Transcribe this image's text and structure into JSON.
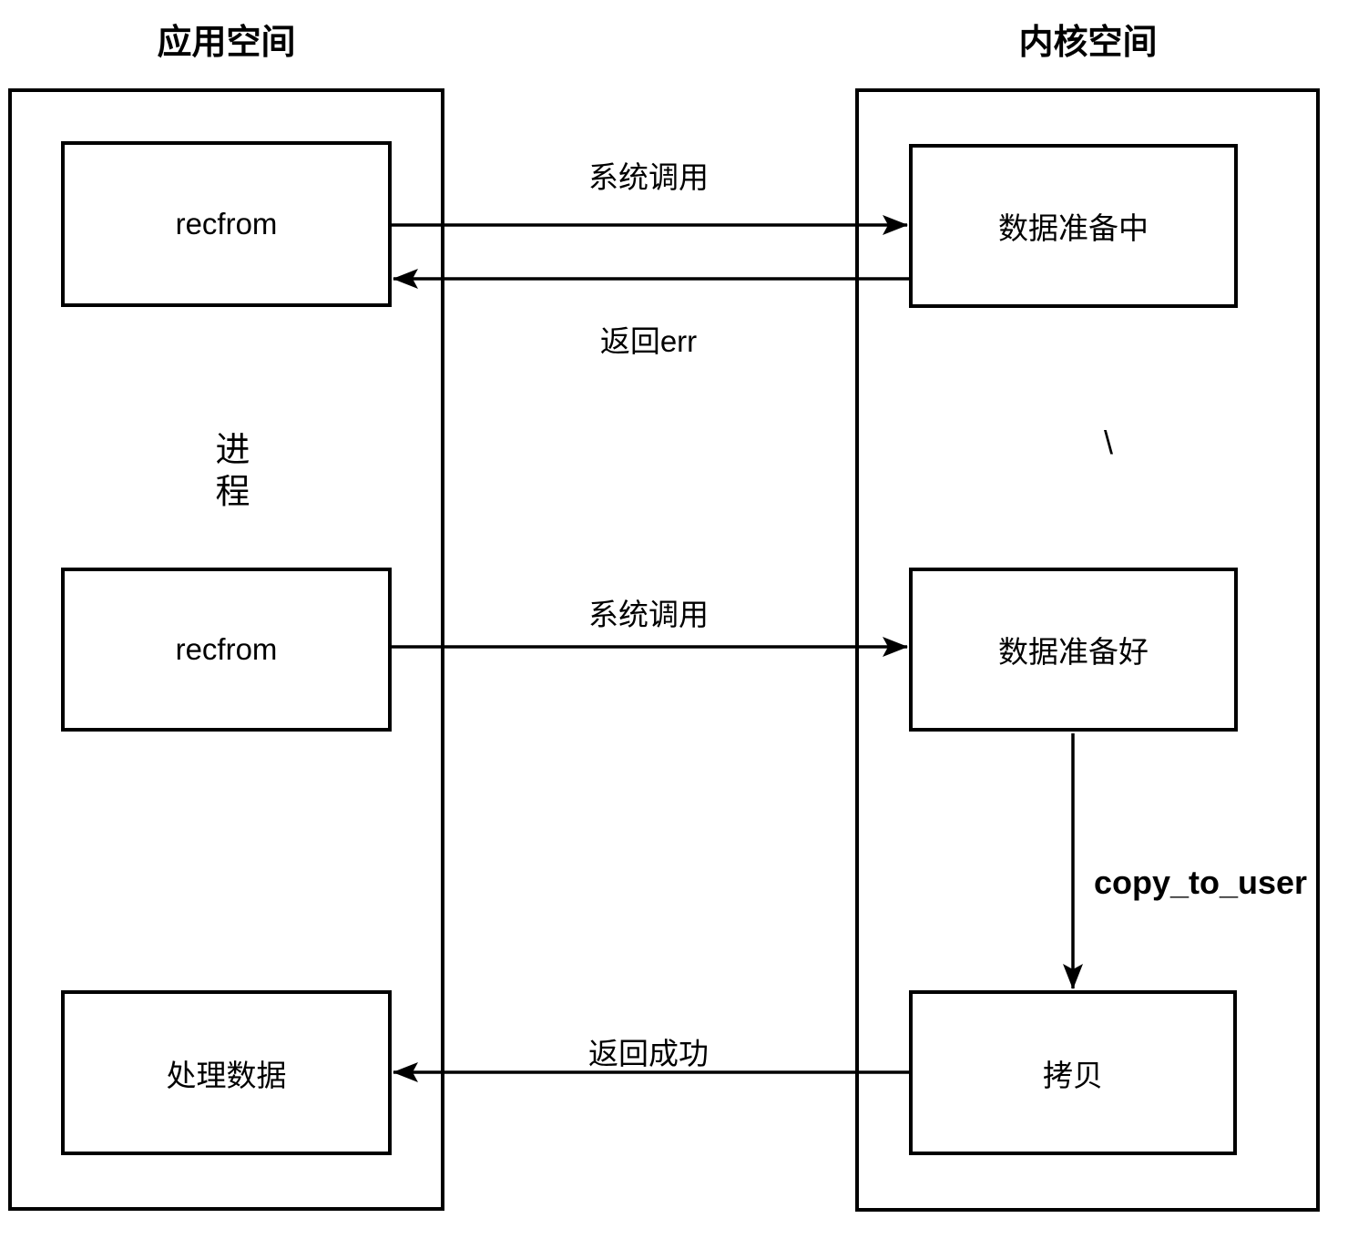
{
  "diagram": {
    "left_panel": {
      "title": "应用空间",
      "process_label": "进程",
      "boxes": {
        "recfrom_top": "recfrom",
        "recfrom_mid": "recfrom",
        "process_data": "处理数据"
      }
    },
    "right_panel": {
      "title": "内核空间",
      "stray_char": "\\",
      "boxes": {
        "data_preparing": "数据准备中",
        "data_ready": "数据准备好",
        "copy": "拷贝"
      }
    },
    "arrows": {
      "syscall_1": "系统调用",
      "return_err": "返回err",
      "syscall_2": "系统调用",
      "copy_to_user": "copy_to_user",
      "return_success": "返回成功"
    },
    "colors": {
      "line": "#000000",
      "background": "#ffffff"
    }
  }
}
